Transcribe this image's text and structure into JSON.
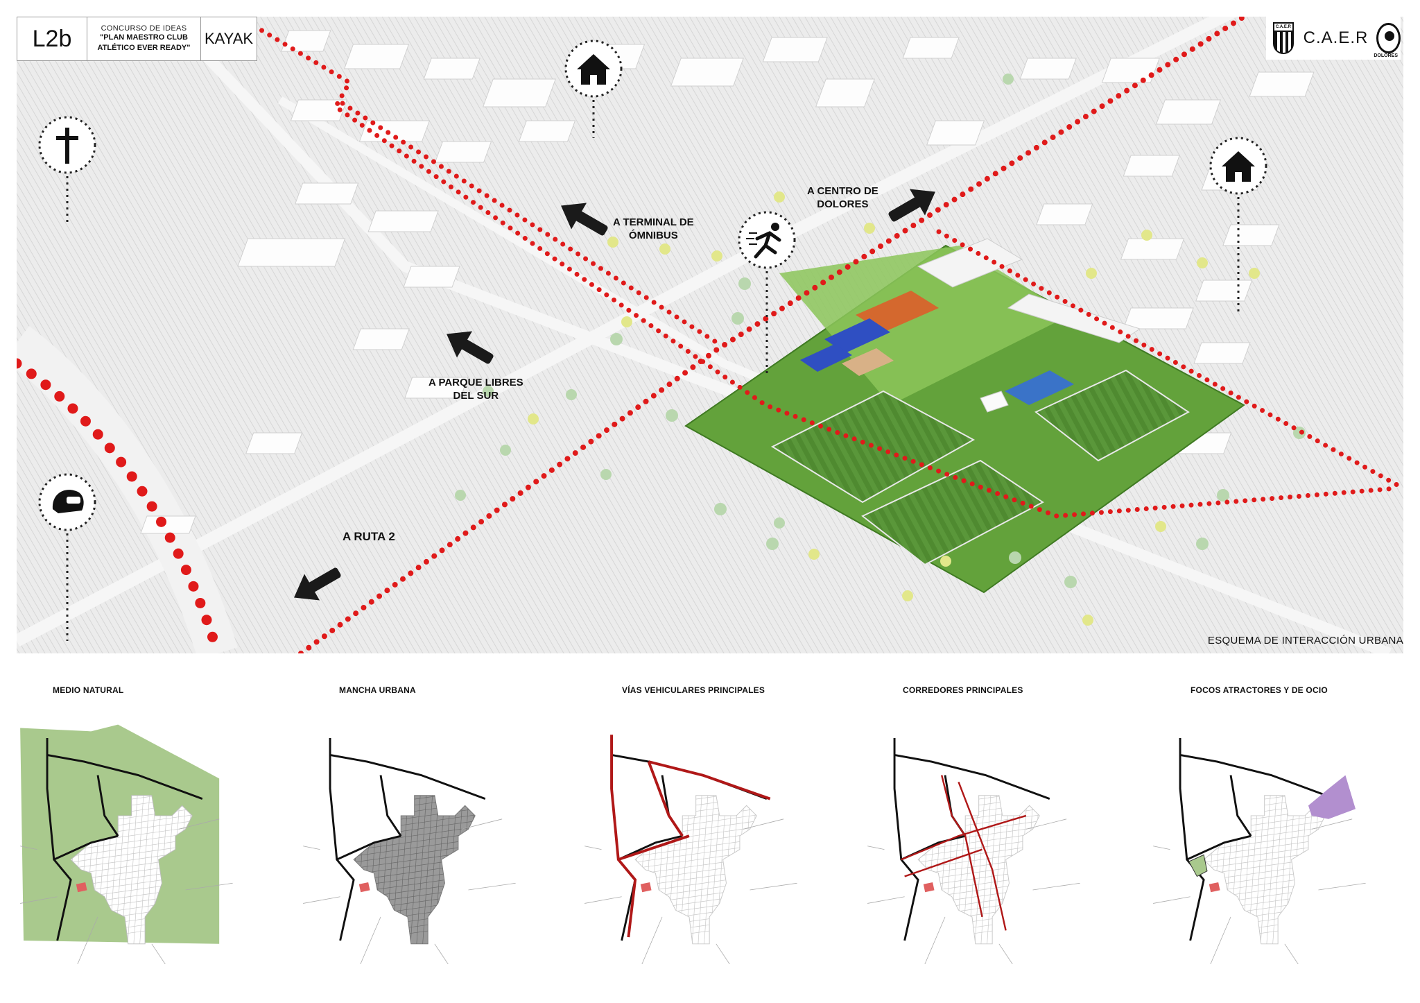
{
  "header": {
    "code": "L2b",
    "contest_line": "CONCURSO DE IDEAS",
    "plan_line1": "\"PLAN MAESTRO CLUB",
    "plan_line2": "ATLÉTICO EVER READY\"",
    "team": "KAYAK"
  },
  "logos": {
    "club_abbr": "C.A.E.R",
    "shield_text": "C.A.E.R",
    "municipality": "DOLORES"
  },
  "aerial": {
    "caption": "ESQUEMA DE INTERACCIÓN URBANA",
    "arrows": [
      {
        "label_line1": "A TERMINAL DE",
        "label_line2": "ÓMNIBUS"
      },
      {
        "label_line1": "A CENTRO DE",
        "label_line2": "DOLORES"
      },
      {
        "label_line1": "A PARQUE LIBRES",
        "label_line2": "DEL SUR"
      },
      {
        "label_line1": "A RUTA 2",
        "label_line2": ""
      }
    ],
    "pin_icons": [
      "cross-icon",
      "house-icon",
      "house-icon",
      "runner-icon",
      "helmet-icon"
    ],
    "colors": {
      "route_red": "#e01a1a",
      "grass": "#5d9a3a",
      "court_orange": "#d4682e",
      "court_blue": "#2f4fc2",
      "pool": "#3a73c8"
    }
  },
  "maps": [
    {
      "title": "MEDIO NATURAL",
      "highlight": "natural"
    },
    {
      "title": "MANCHA URBANA",
      "highlight": "urban"
    },
    {
      "title": "VÍAS VEHICULARES PRINCIPALES",
      "highlight": "roads"
    },
    {
      "title": "CORREDORES PRINCIPALES",
      "highlight": "corridors"
    },
    {
      "title": "FOCOS ATRACTORES Y DE OCIO",
      "highlight": "foci"
    }
  ],
  "map_colors": {
    "natural": "#a9c98d",
    "urban": "#9a9a9a",
    "red": "#b01818",
    "site": "#e06060",
    "foci_purple": "#b28fcf",
    "foci_green": "#a9c98d"
  }
}
